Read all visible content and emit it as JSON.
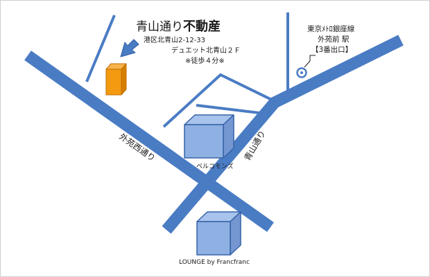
{
  "map": {
    "shop": {
      "name_regular": "青山通り",
      "name_bold": "不動産",
      "address": "港区北青山2-12-33",
      "building": "デュエット北青山２Ｆ",
      "walk": "※徒歩４分※"
    },
    "station": {
      "line": "東京ﾒﾄﾛ銀座線",
      "name": "外苑前 駅",
      "exit": "【3番出口】"
    },
    "streets": {
      "gaien_nishi": "外苑西通り",
      "aoyama": "青山通り"
    },
    "landmarks": {
      "bellcommons": "ベルコモンズ",
      "lounge": "LOUNGE by Francfranc"
    },
    "colors": {
      "road": "#4a7cc4",
      "road_stroke": "#3b6db5",
      "building_front": "#8fb0e3",
      "building_top": "#a8c3ec",
      "building_side": "#7497d2",
      "building_stroke": "#3562a6",
      "shop": "#f39a10",
      "shop_dark": "#d67f00",
      "text": "#1a1a1a"
    },
    "icons": {
      "shop_pointer": "arrow-down-left-icon",
      "station_marker": "station-ring-icon"
    }
  }
}
